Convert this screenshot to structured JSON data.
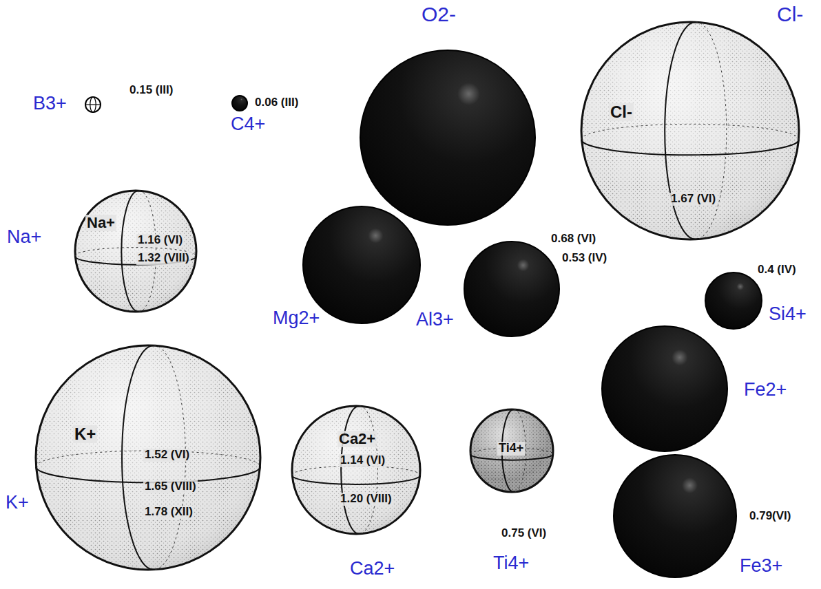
{
  "diagram": {
    "nodes": [
      {
        "text": [
          "B3+",
          "0.15 (III)"
        ]
      },
      {
        "text": [
          "0.06 (III)",
          "C4+"
        ]
      },
      {
        "text": [
          "O2-"
        ]
      },
      {
        "text": [
          "Cl-",
          "Cl-",
          "1.67 (VI)"
        ]
      },
      {
        "text": [
          "Na+",
          "Na+",
          "1.16 (VI)",
          "1.32 (VIII)"
        ]
      },
      {
        "text": [
          "Mg2+"
        ]
      },
      {
        "text": [
          "0.68 (VI)",
          "0.53 (IV)",
          "Al3+"
        ]
      },
      {
        "text": [
          "0.4 (IV)",
          "Si4+"
        ]
      },
      {
        "text": [
          "Fe2+"
        ]
      },
      {
        "text": [
          "K+",
          "K+",
          "1.52 (VI)",
          "1.65 (VIII)",
          "1.78 (XII)"
        ]
      },
      {
        "text": [
          "Ca2+",
          "1.14 (VI)",
          "1.20 (VIII)",
          "Ca2+"
        ]
      },
      {
        "text": [
          "Ti4+",
          "0.75 (VI)",
          "Ti4+"
        ]
      },
      {
        "text": [
          "0.79(VI)",
          "Fe3+"
        ]
      }
    ]
  }
}
